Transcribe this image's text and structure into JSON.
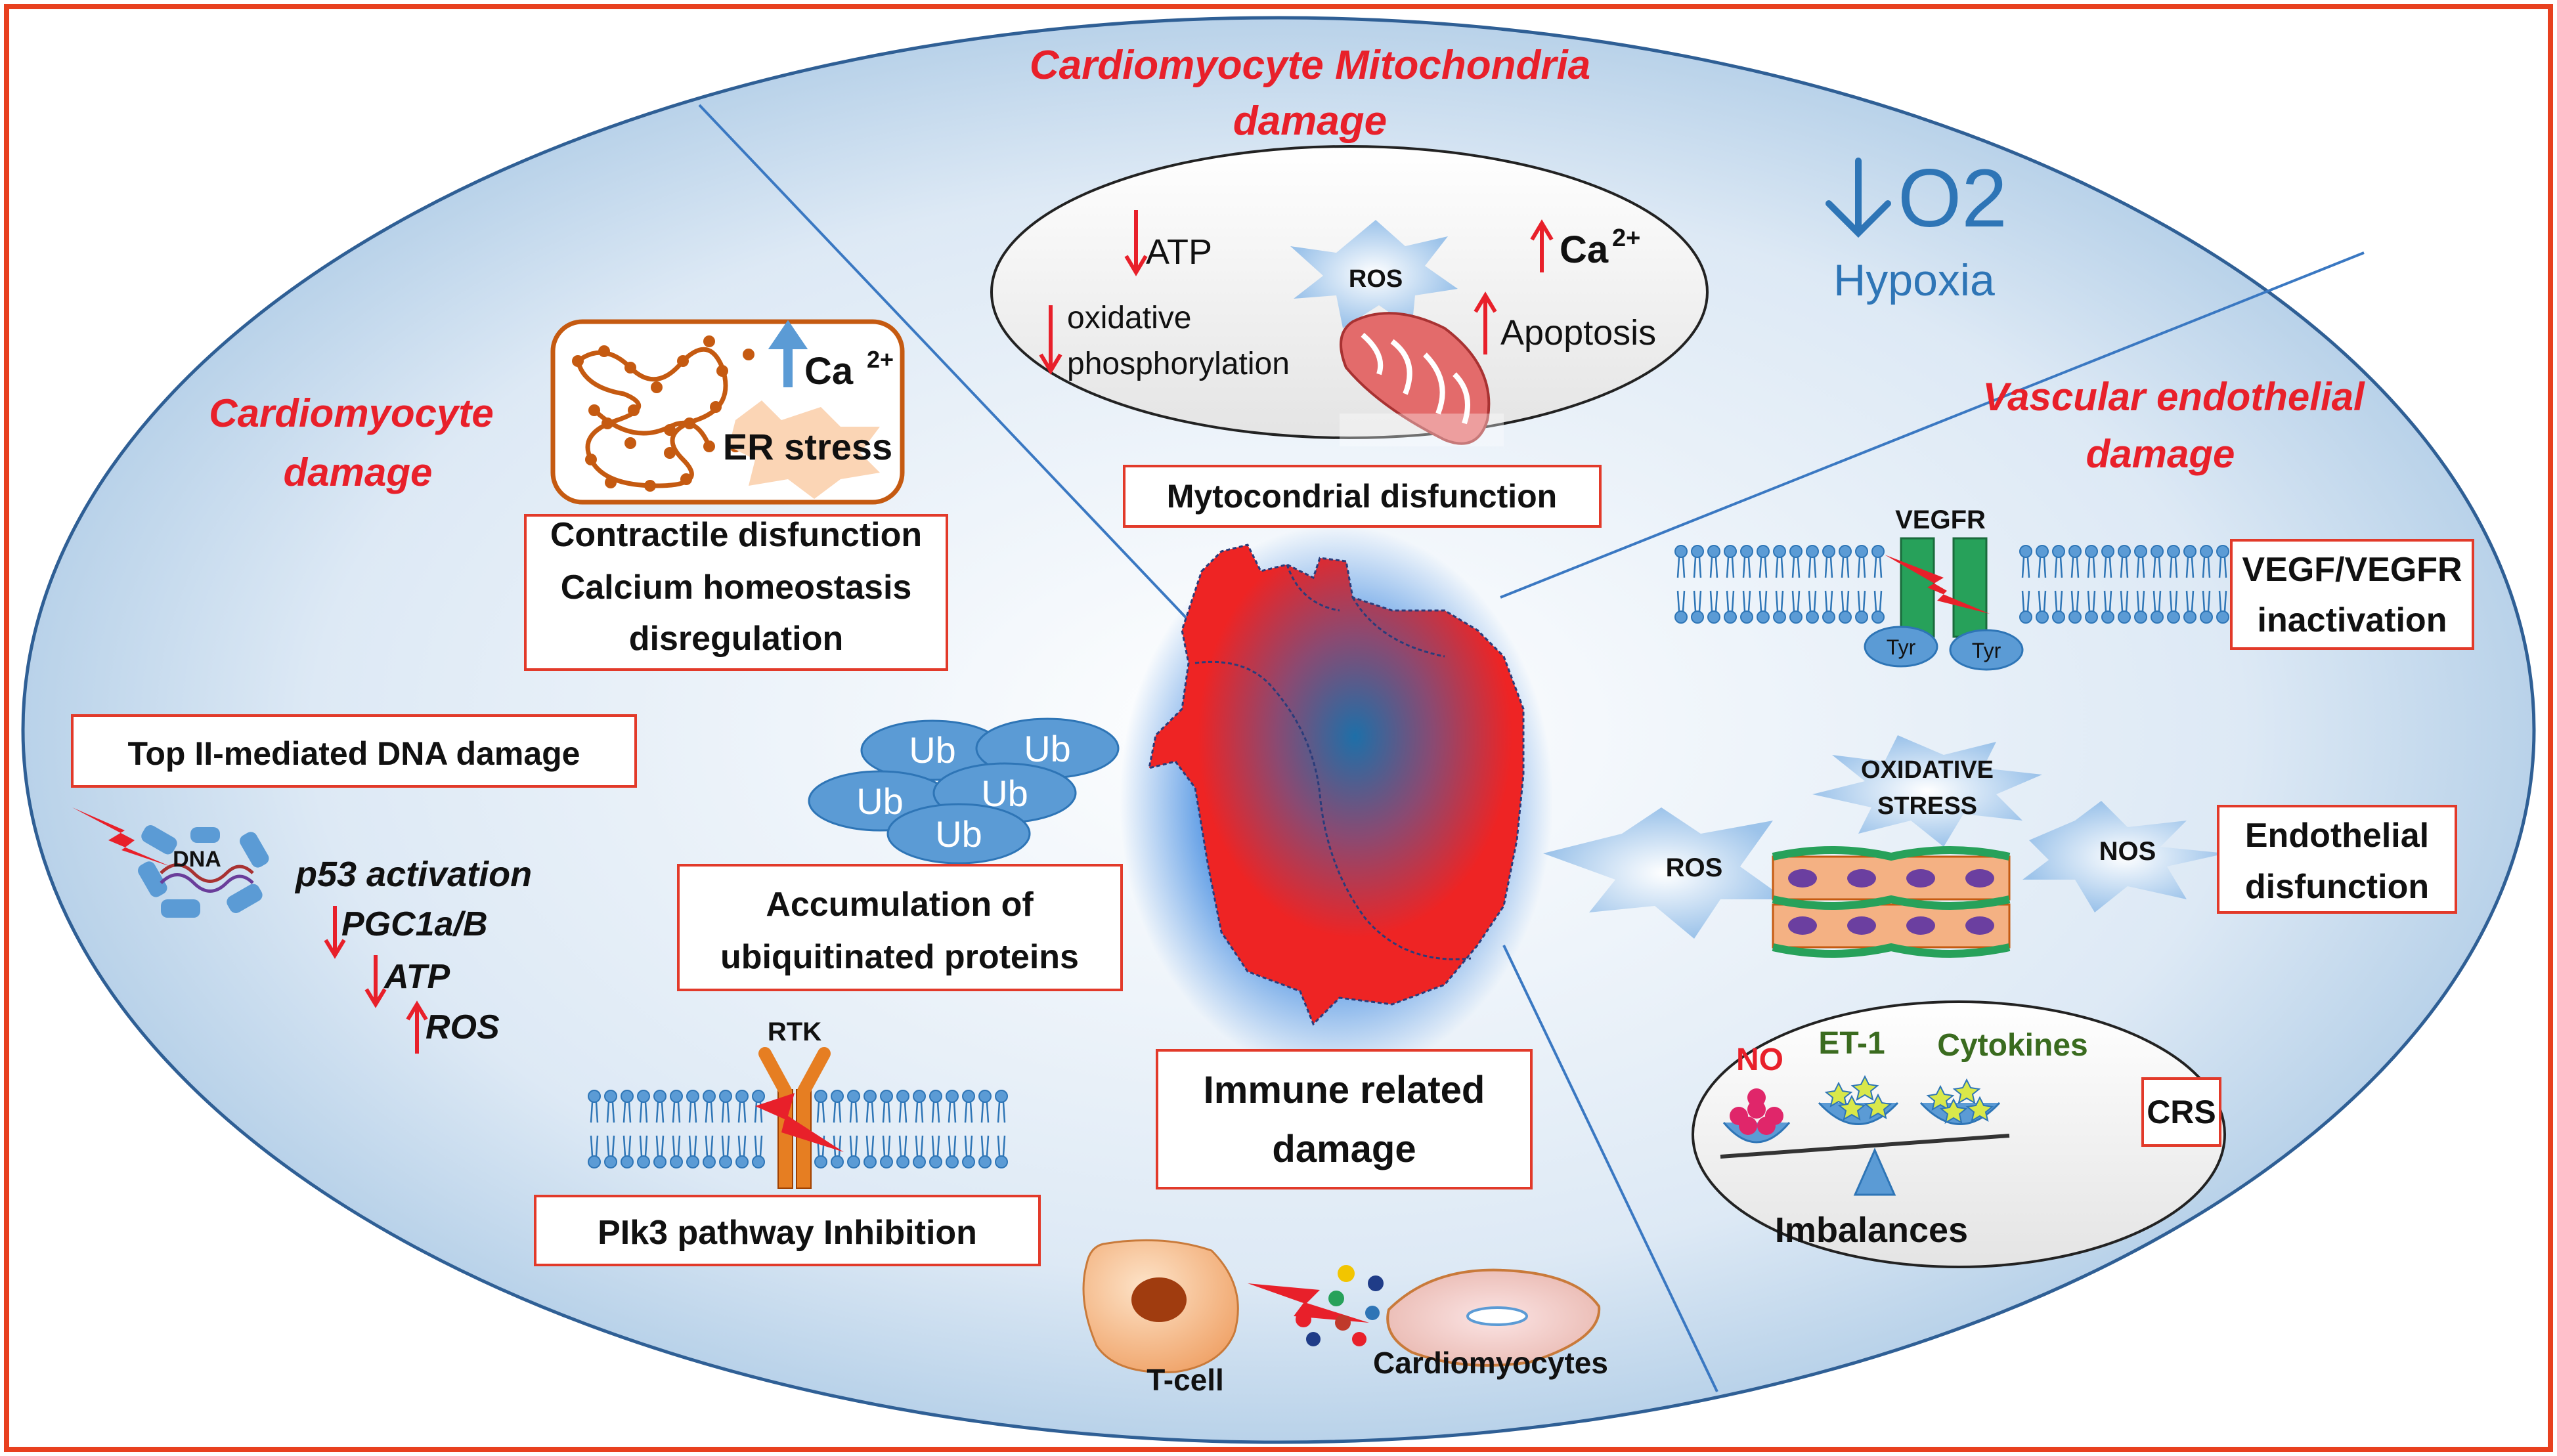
{
  "regions": {
    "mitochondria_title": [
      "Cardiomyocyte Mitochondria",
      "damage"
    ],
    "cardiomyocyte_title": [
      "Cardiomyocyte",
      "damage"
    ],
    "vascular_title": [
      "Vascular endothelial",
      "damage"
    ],
    "immune_title": [
      "Immune related",
      "damage"
    ]
  },
  "hypoxia": {
    "symbol": "O2",
    "label": "Hypoxia"
  },
  "mito_panel": {
    "atp": "ATP",
    "oxphos": [
      "oxidative",
      "phosphorylation"
    ],
    "ros": "ROS",
    "ca": "Ca",
    "ca_sup": "2+",
    "apoptosis": "Apoptosis",
    "box": "Mytocondrial disfunction"
  },
  "er_panel": {
    "ca": "Ca",
    "ca_sup": "2+",
    "stress": "ER stress",
    "box": [
      "Contractile disfunction",
      "Calcium homeostasis",
      "disregulation"
    ]
  },
  "dna_panel": {
    "box": "Top II-mediated DNA damage",
    "dna": "DNA",
    "p53": "p53 activation",
    "pgc": "PGC1a/B",
    "atp": "ATP",
    "ros": "ROS"
  },
  "ub_panel": {
    "ub": [
      "Ub",
      "Ub",
      "Ub",
      "Ub",
      "Ub"
    ],
    "box": [
      "Accumulation of",
      "ubiquitinated proteins"
    ]
  },
  "pi3k_panel": {
    "rtk": "RTK",
    "box": "PIk3 pathway Inhibition"
  },
  "immune_panel": {
    "tcell": "T-cell",
    "cardio": "Cardiomyocytes"
  },
  "vegf_panel": {
    "vegfr": "VEGFR",
    "tyr": [
      "Tyr",
      "Tyr"
    ],
    "box": [
      "VEGF/VEGFR",
      "inactivation"
    ]
  },
  "endo_panel": {
    "oxidative": [
      "OXIDATIVE",
      "STRESS"
    ],
    "ros": "ROS",
    "nos": "NOS",
    "box": [
      "Endothelial",
      "disfunction"
    ]
  },
  "crs_panel": {
    "no": "NO",
    "et1": "ET-1",
    "cytokines": "Cytokines",
    "imbalances": "Imbalances",
    "box": "CRS"
  },
  "colors": {
    "frame": "#e8401f",
    "title_red": "#e8202a",
    "ellipse_blue": "#a9c8e4",
    "ub_blue": "#5b9bd5",
    "heart_red": "#ee2424",
    "heart_center": "#1e6fa8",
    "hypoxia_blue": "#2e75b6",
    "orange_er": "#c55a11",
    "green_vegfr": "#27a15a"
  }
}
